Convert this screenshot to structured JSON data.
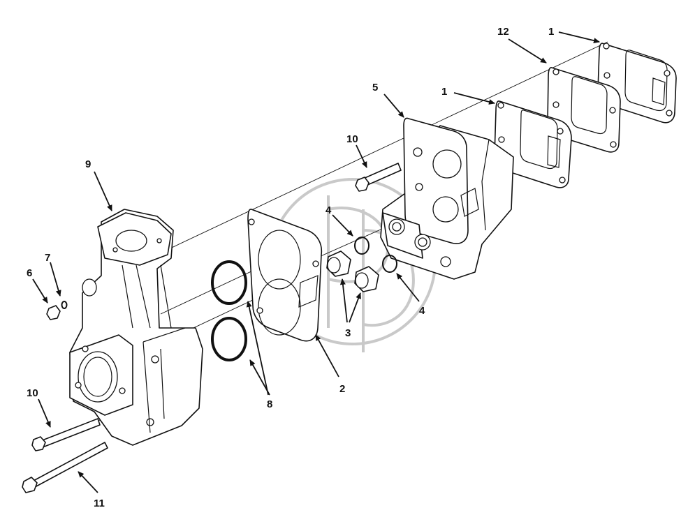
{
  "callouts": {
    "c1_top": "1",
    "c12": "12",
    "c1_mid": "1",
    "c5": "5",
    "c10_top": "10",
    "c9": "9",
    "c4_top": "4",
    "c7": "7",
    "c6": "6",
    "c3": "3",
    "c4_bottom": "4",
    "c2": "2",
    "c8": "8",
    "c10_bottom": "10",
    "c11": "11"
  }
}
